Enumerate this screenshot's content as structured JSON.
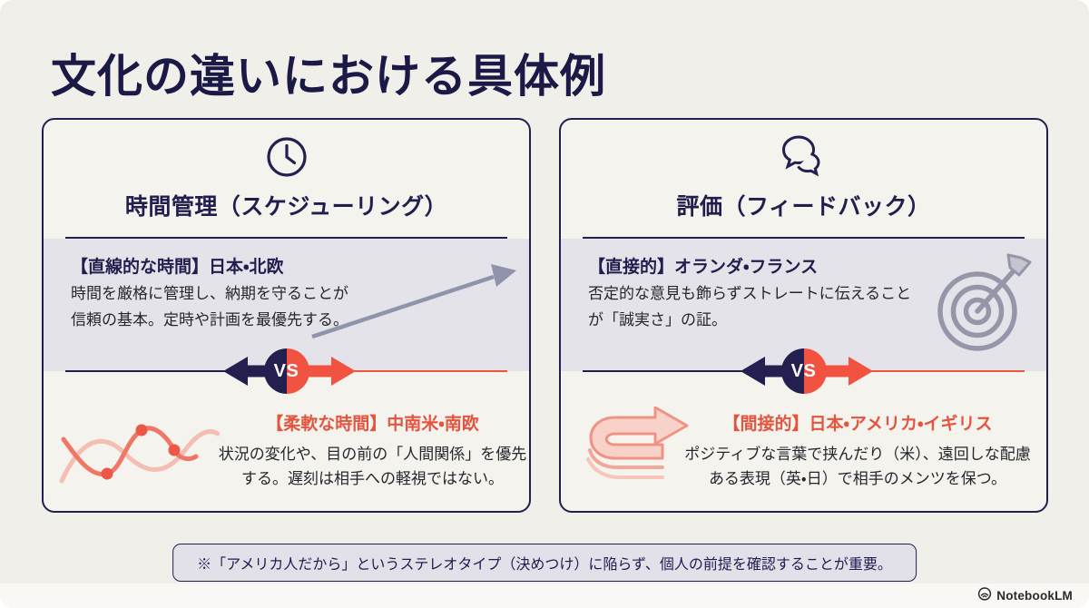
{
  "page": {
    "title": "文化の違いにおける具体例",
    "note": "※「アメリカ人だから」というステレオタイプ（決めつけ）に陥らず、個人の前提を確認することが重要。",
    "brand": "NotebookLM"
  },
  "colors": {
    "page_background": "#f0efe9",
    "card_background": "#f4f3ee",
    "navy": "#232050",
    "coral": "#e8573f",
    "section_gray": "#e4e3e9",
    "graphic_gray": "#9496aa",
    "light_coral": "#f2a394"
  },
  "cards": [
    {
      "icon": "clock-icon",
      "title": "時間管理（スケジューリング）",
      "vs_label": "VS",
      "top": {
        "heading": "【直線的な時間】日本・北欧",
        "body": "時間を厳格に管理し、納期を守ることが信頼の基本。定時や計画を最優先する。",
        "graphic": "rising-trend-arrow"
      },
      "bottom": {
        "heading": "【柔軟な時間】中南米・南欧",
        "body": "状況の変化や、目の前の「人間関係」を優先する。遅刻は相手への軽視ではない。",
        "graphic": "wavy-line-chart"
      }
    },
    {
      "icon": "chat-bubbles-icon",
      "title": "評価（フィードバック）",
      "vs_label": "VS",
      "top": {
        "heading": "【直接的】オランダ・フランス",
        "body": "否定的な意見も飾らずストレートに伝えることが「誠実さ」の証。",
        "graphic": "target-dart"
      },
      "bottom": {
        "heading": "【間接的】日本・アメリカ・イギリス",
        "body": "ポジティブな言葉で挟んだり（米）、遠回しな配慮ある表現（英・日）で相手のメンツを保つ。",
        "graphic": "u-turn-arrow"
      }
    }
  ]
}
